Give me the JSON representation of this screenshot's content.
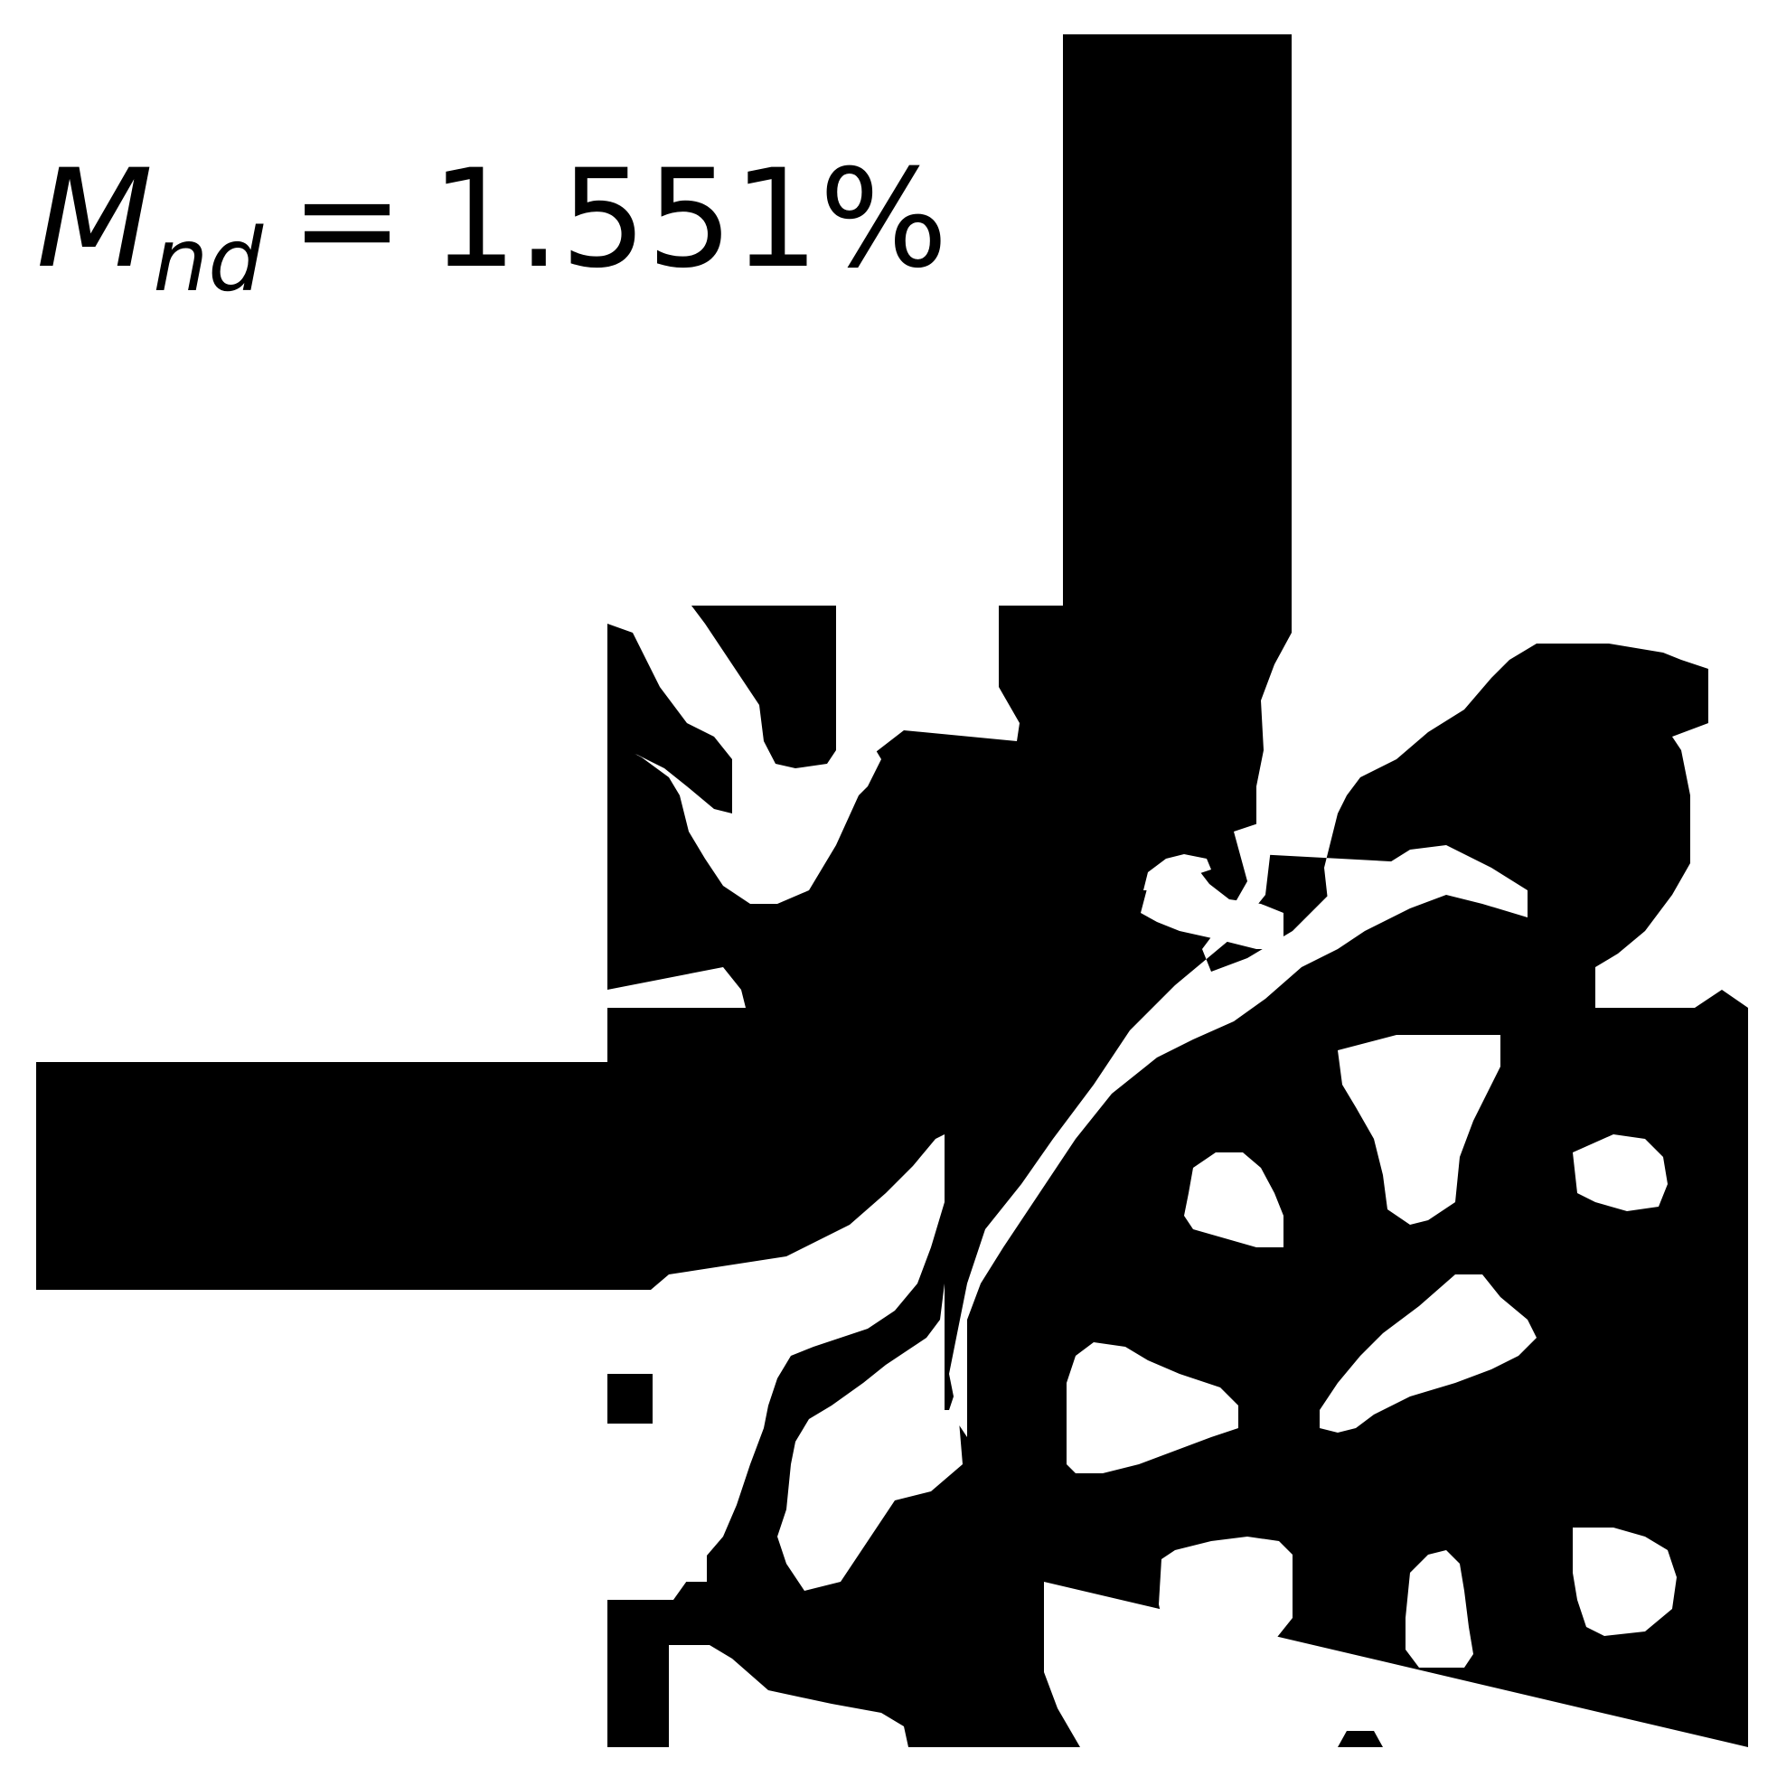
{
  "label": {
    "symbol": "M",
    "subscript": "nd",
    "equals": "=",
    "value": "1.551%"
  },
  "colors": {
    "solid": "#000000",
    "void": "#ffffff"
  }
}
